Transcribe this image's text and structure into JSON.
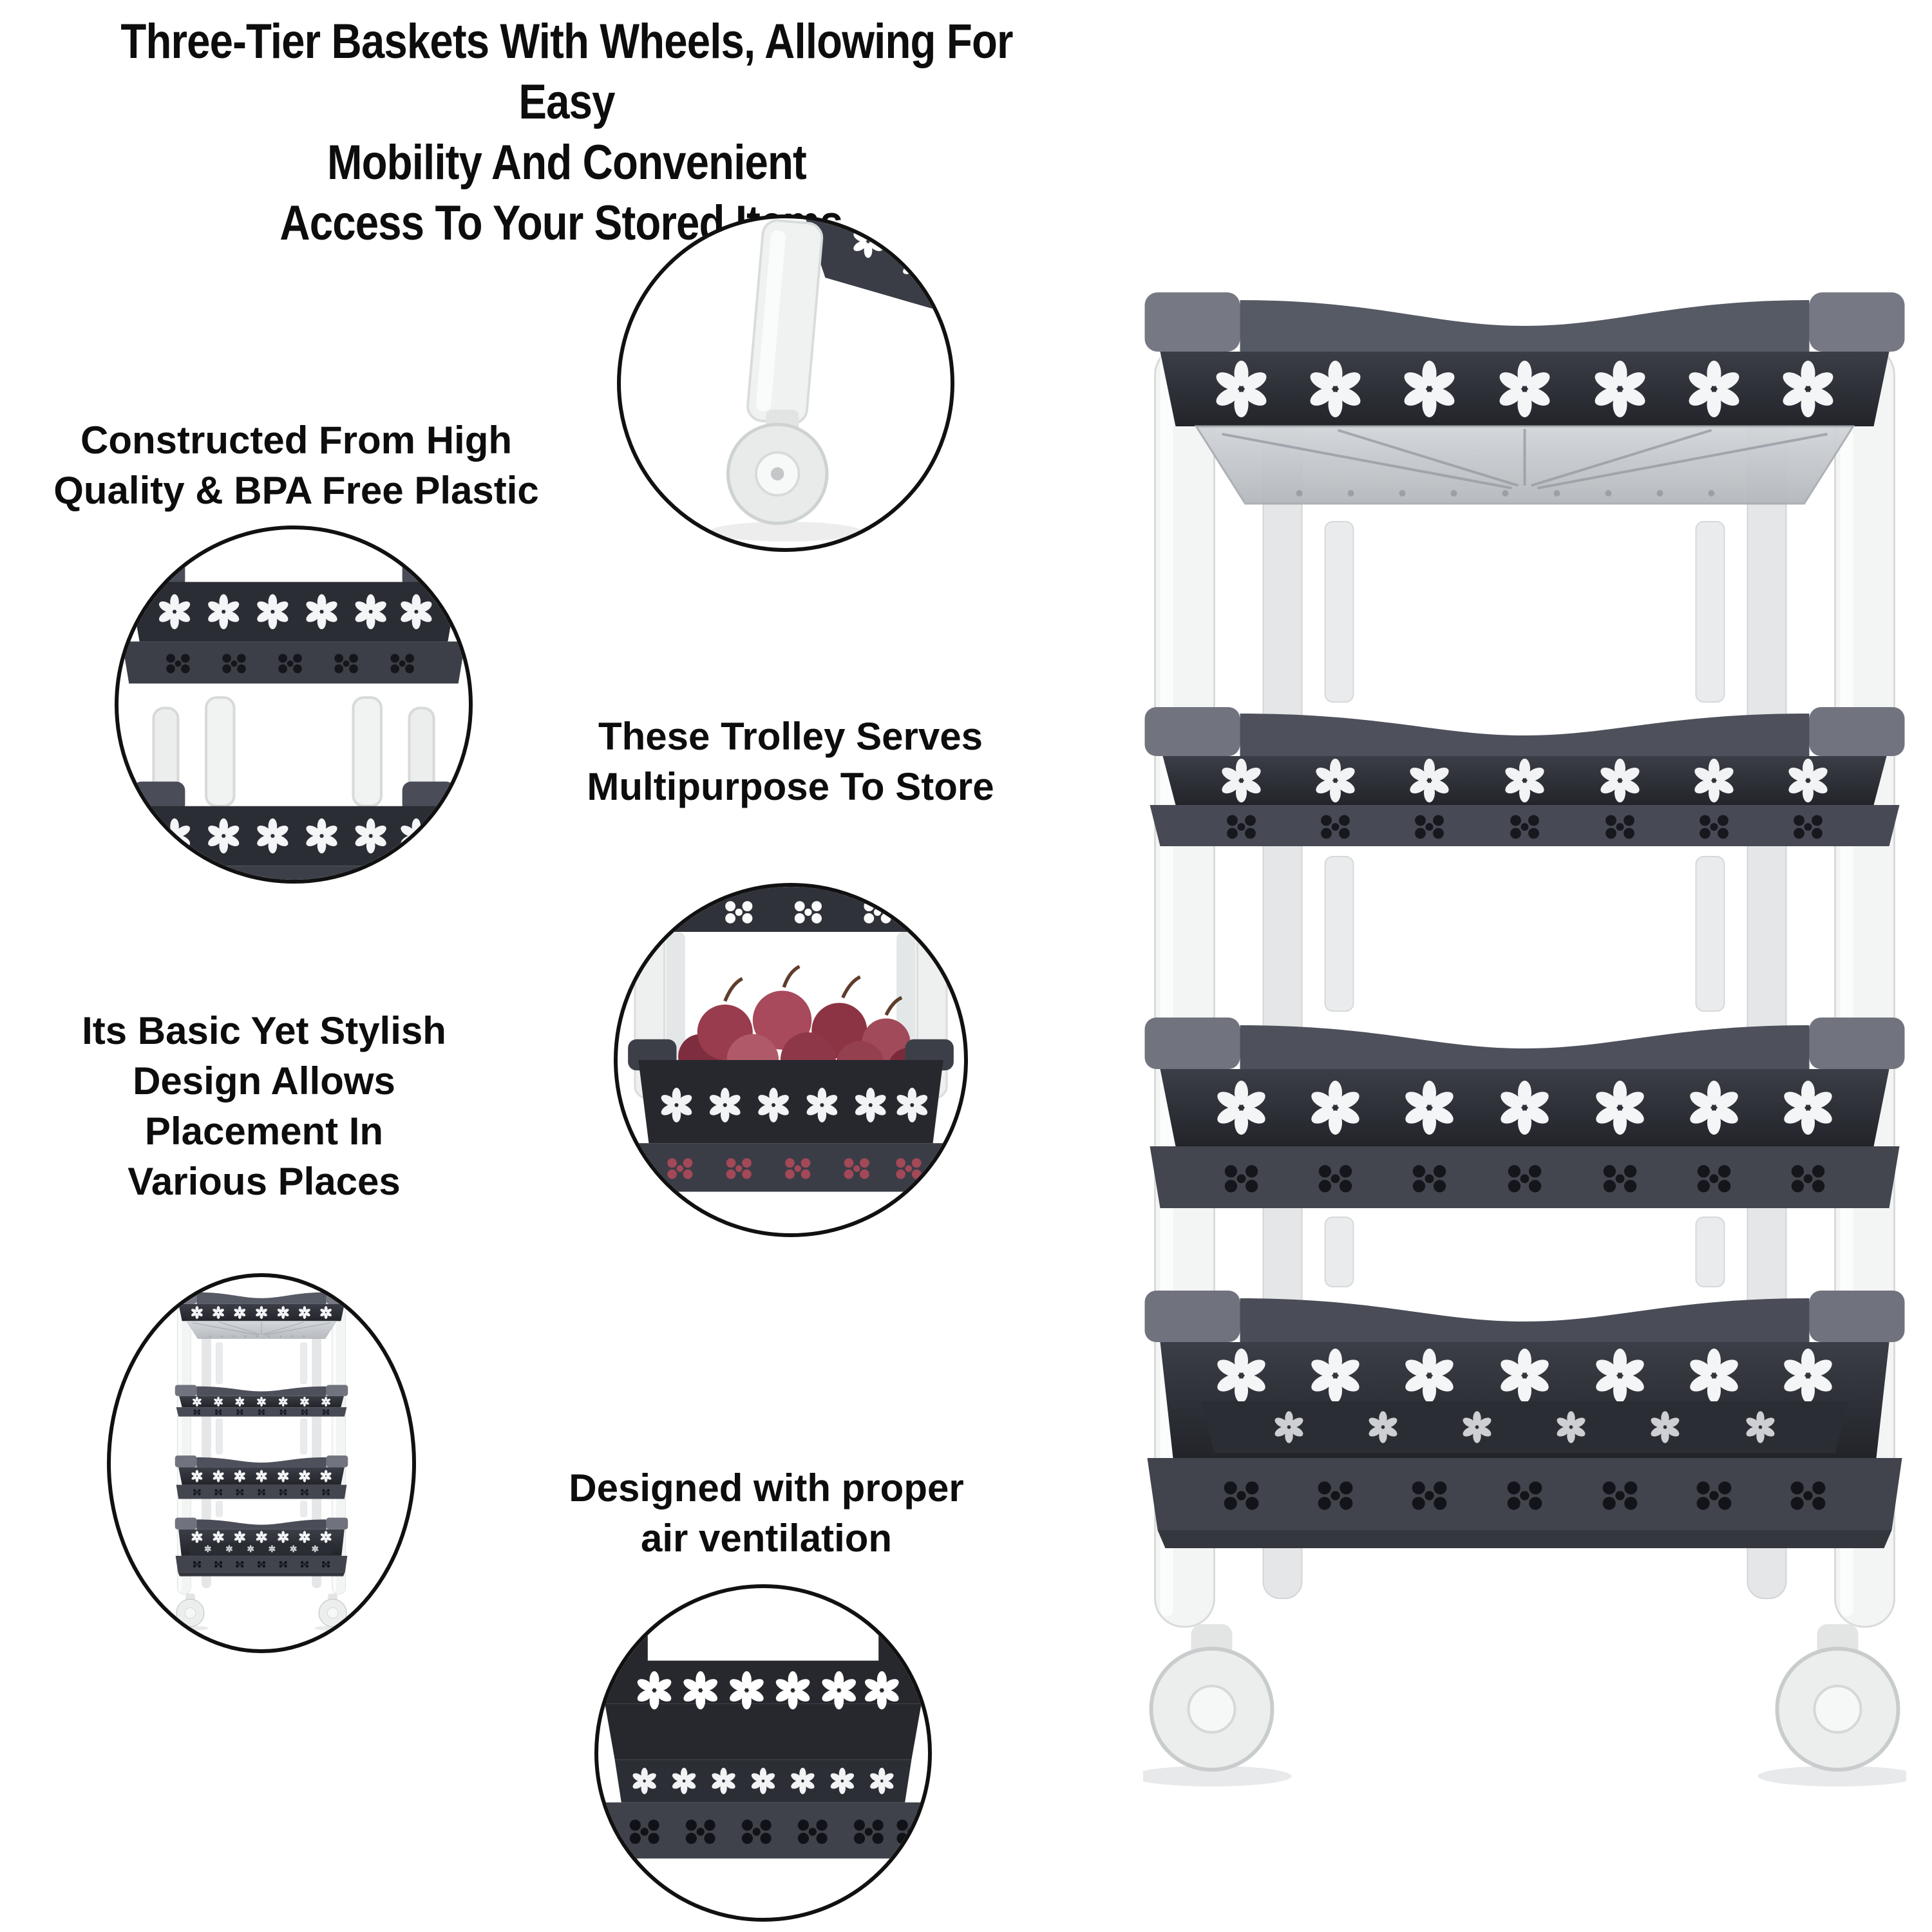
{
  "headline": {
    "lines": [
      "Three-Tier Baskets With Wheels, Allowing For Easy",
      "Mobility And Convenient",
      "Access To Your Stored Items."
    ]
  },
  "features": [
    {
      "id": "material",
      "lines": [
        "Constructed From High",
        "Quality & BPA Free Plastic"
      ]
    },
    {
      "id": "multipurpose",
      "lines": [
        "These Trolley Serves",
        "Multipurpose To Store"
      ]
    },
    {
      "id": "design",
      "lines": [
        "Its Basic Yet Stylish",
        "Design Allows",
        "Placement In",
        "Various Places"
      ]
    },
    {
      "id": "ventilation",
      "lines": [
        "Designed with proper",
        "air ventilation"
      ]
    }
  ],
  "insets": {
    "wheel": {
      "name": "caster-wheel-closeup"
    },
    "stack": {
      "name": "stacked-baskets-exploded-view"
    },
    "onions": {
      "name": "basket-filled-with-red-onions"
    },
    "trolley": {
      "name": "full-four-tier-trolley"
    },
    "vent": {
      "name": "basket-air-ventilation-closeup"
    }
  },
  "product": {
    "name": "four-tier-storage-trolley-with-wheels",
    "tiers": 4,
    "colors": {
      "basket_dark": "#26282e",
      "basket_face": "#2f3138",
      "basket_rim": "#4d505a",
      "corner_tab": "#71747e",
      "pole_white": "#f3f4f4",
      "wheel": "#eceeee",
      "onion": "#9b3f51",
      "tray_translucent": "#c9cdd1",
      "text": "#0d0d0d",
      "circle_border": "#111111",
      "background": "#ffffff"
    }
  }
}
